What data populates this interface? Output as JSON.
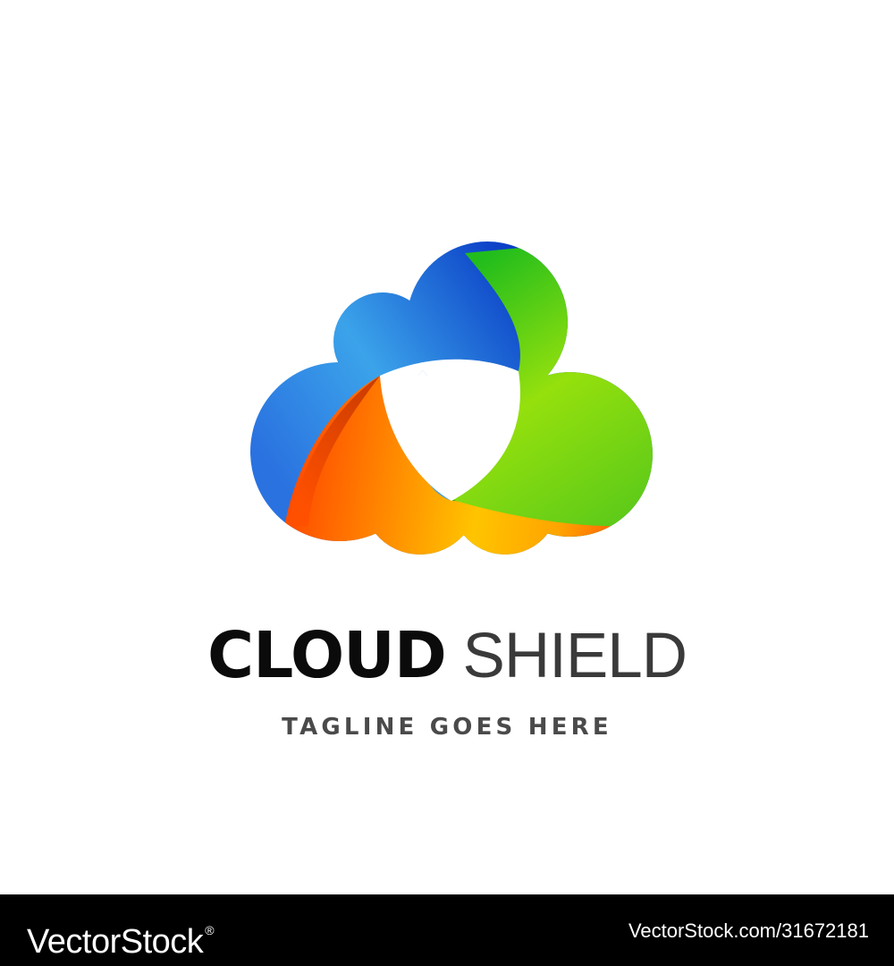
{
  "logo": {
    "mark": "cloud-shield-icon",
    "brand_bold": "CLOUD",
    "brand_light": "SHIELD",
    "tagline": "TAGLINE GOES HERE"
  },
  "footer": {
    "site_name": "VectorStock",
    "registered_mark": "®",
    "image_id": "VectorStock.com/31672181"
  },
  "colors": {
    "background": "#ffffff",
    "footer_bar": "#000000",
    "blue": "#2c6fe0",
    "green": "#7ed321",
    "orange": "#ff6a00",
    "yellow": "#ffcc00",
    "brand_text": "#0b0b0b",
    "tagline_text": "#4a4a4a"
  }
}
